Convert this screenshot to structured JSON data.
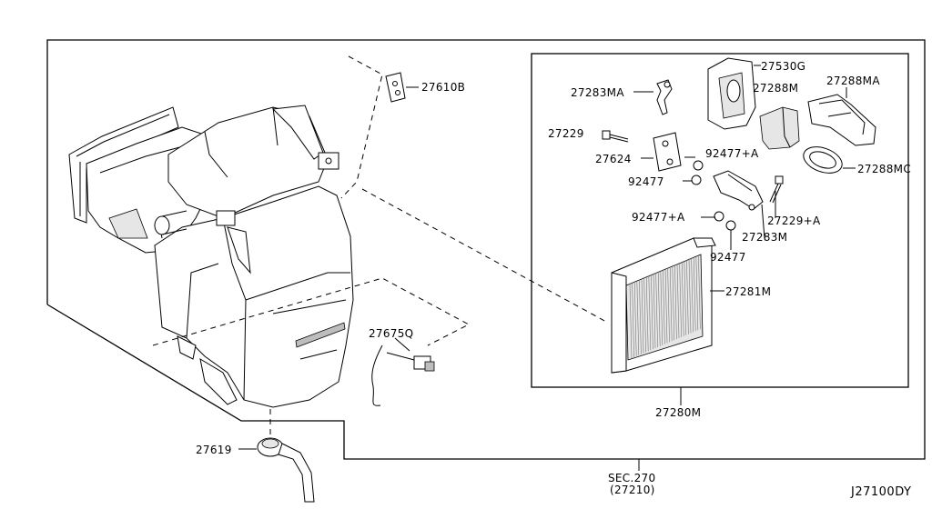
{
  "diagram_code": "J27100DY",
  "section_ref": {
    "line1": "SEC.270",
    "line2": "(27210)"
  },
  "parts": [
    {
      "id": "27610B",
      "label": "27610B"
    },
    {
      "id": "27675Q",
      "label": "27675Q"
    },
    {
      "id": "27619",
      "label": "27619"
    },
    {
      "id": "27530G",
      "label": "27530G"
    },
    {
      "id": "27283MA",
      "label": "27283MA"
    },
    {
      "id": "27288M",
      "label": "27288M"
    },
    {
      "id": "27288MA",
      "label": "27288MA"
    },
    {
      "id": "27229",
      "label": "27229"
    },
    {
      "id": "27624",
      "label": "27624"
    },
    {
      "id": "92477+A_top",
      "label": "92477+A"
    },
    {
      "id": "92477_left",
      "label": "92477"
    },
    {
      "id": "27288MC",
      "label": "27288MC"
    },
    {
      "id": "92477+A_mid",
      "label": "92477+A"
    },
    {
      "id": "27229+A",
      "label": "27229+A"
    },
    {
      "id": "27283M",
      "label": "27283M"
    },
    {
      "id": "92477_low",
      "label": "92477"
    },
    {
      "id": "27281M",
      "label": "27281M"
    },
    {
      "id": "27280M",
      "label": "27280M"
    }
  ]
}
